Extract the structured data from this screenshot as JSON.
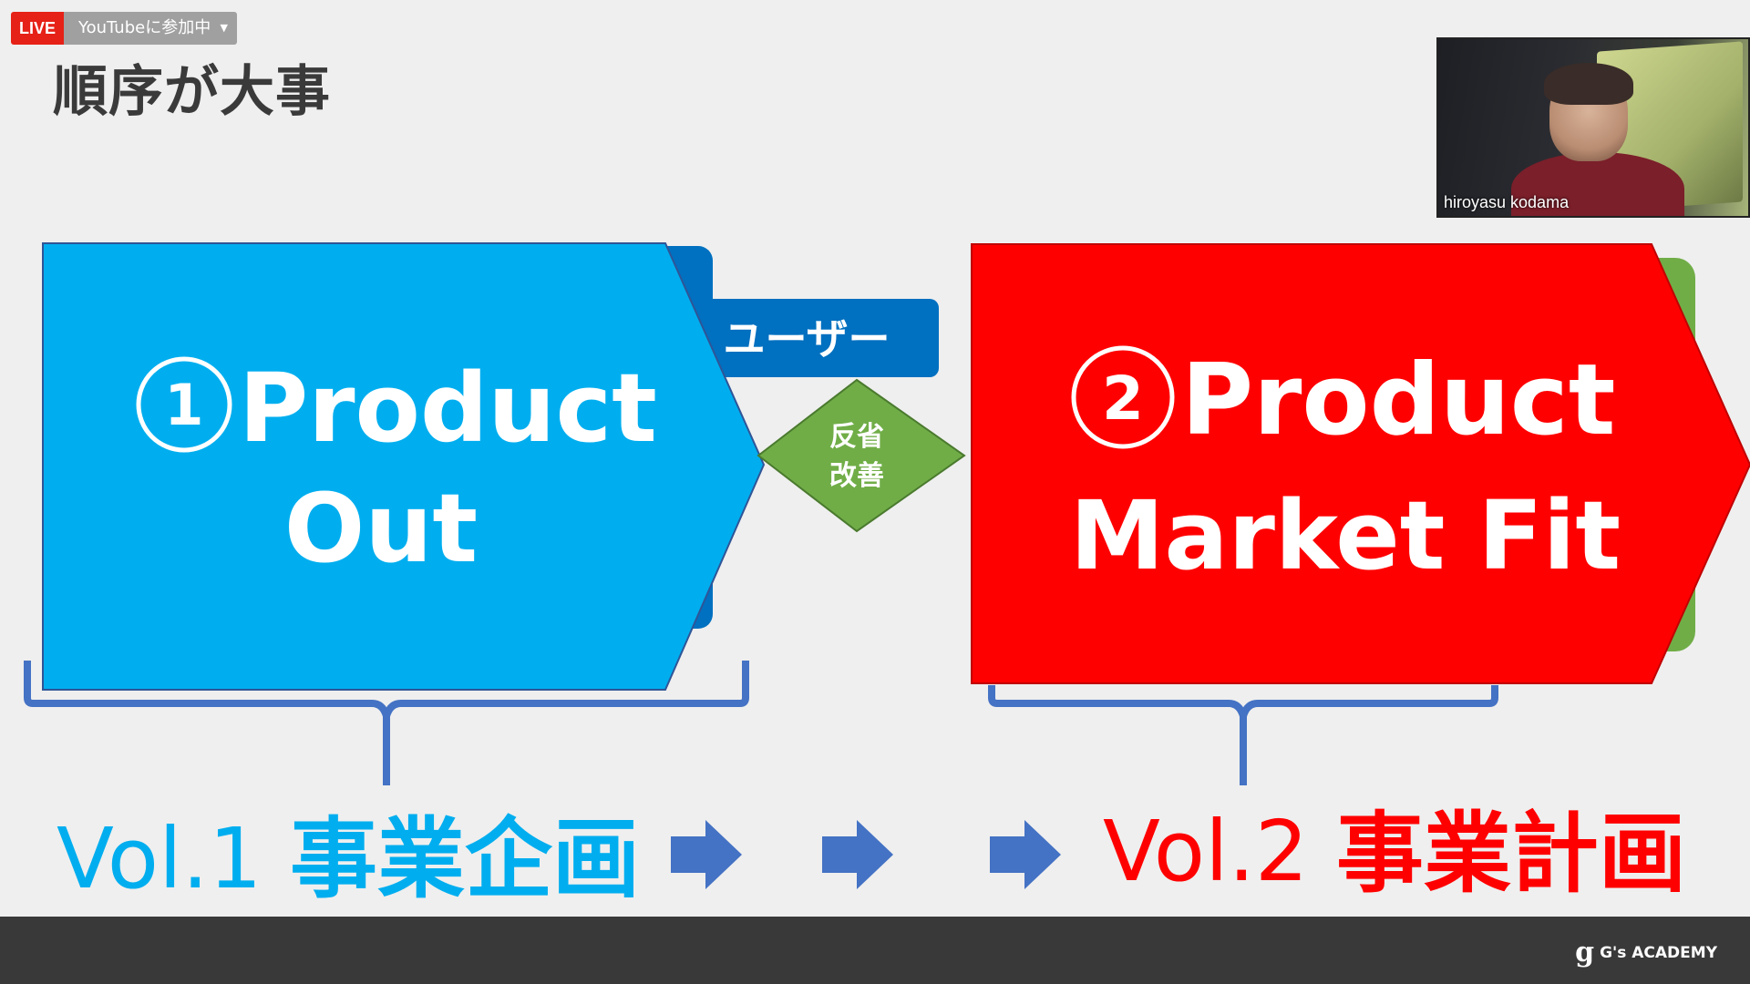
{
  "live": {
    "badge": "LIVE",
    "status": "YouTubeに参加中"
  },
  "slide": {
    "title": "順序が大事",
    "blocks": {
      "product_out": {
        "number": "①",
        "line1": "Product",
        "line2": "Out"
      },
      "user_tab": "ユーザー",
      "diamond": {
        "line1": "反省",
        "line2": "改善"
      },
      "pmf": {
        "number": "②",
        "line1": "Product",
        "line2": "Market Fit"
      }
    },
    "bottom": {
      "vol1_label": "Vol.1",
      "vol1_title": "事業企画",
      "vol2_label": "Vol.2",
      "vol2_title": "事業計画"
    }
  },
  "webcam": {
    "participant": "hiroyasu kodama"
  },
  "footer": {
    "logo": "G's ACADEMY",
    "logo_mark": "g"
  },
  "colors": {
    "blue": "#00aeef",
    "red": "#ff0000",
    "navy": "#0070c0",
    "green": "#70ad47",
    "bracket": "#4472c4",
    "arrow": "#4472c4"
  }
}
